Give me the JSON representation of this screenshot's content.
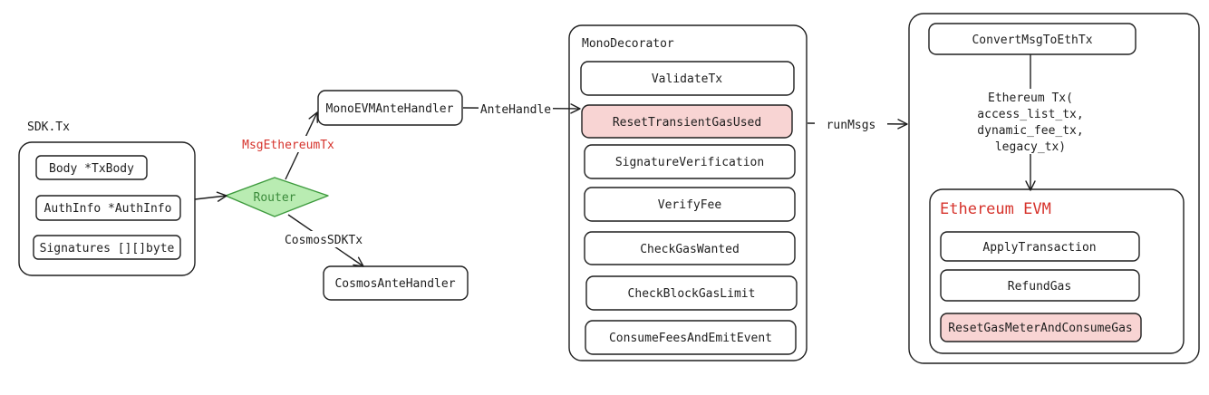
{
  "sdk_tx": {
    "label": "SDK.Tx",
    "fields": [
      "Body *TxBody",
      "AuthInfo *AuthInfo",
      "Signatures [][]byte"
    ]
  },
  "router": {
    "label": "Router",
    "fill": "#b9ecb2",
    "stroke": "#3d9a3d",
    "text_color": "#3a8a3a"
  },
  "edges": {
    "msg_ethereum_tx": "MsgEthereumTx",
    "msg_ethereum_tx_color": "#d6332c",
    "cosmos_sdk_tx": "CosmosSDKTx",
    "ante_handle": "AnteHandle",
    "run_msgs": "runMsgs"
  },
  "handlers": {
    "mono_evm": "MonoEVMAnteHandler",
    "cosmos": "CosmosAnteHandler"
  },
  "mono_decorator": {
    "title": "MonoDecorator",
    "steps": [
      {
        "label": "ValidateTx",
        "highlight": false
      },
      {
        "label": "ResetTransientGasUsed",
        "highlight": true
      },
      {
        "label": "SignatureVerification",
        "highlight": false
      },
      {
        "label": "VerifyFee",
        "highlight": false
      },
      {
        "label": "CheckGasWanted",
        "highlight": false
      },
      {
        "label": "CheckBlockGasLimit",
        "highlight": false
      },
      {
        "label": "ConsumeFeesAndEmitEvent",
        "highlight": false
      }
    ]
  },
  "execution": {
    "convert": "ConvertMsgToEthTx",
    "eth_tx_lines": [
      "Ethereum Tx(",
      "access_list_tx,",
      "dynamic_fee_tx,",
      "legacy_tx)"
    ],
    "evm": {
      "title": "Ethereum EVM",
      "title_color": "#d6332c",
      "steps": [
        {
          "label": "ApplyTransaction",
          "highlight": false
        },
        {
          "label": "RefundGas",
          "highlight": false
        },
        {
          "label": "ResetGasMeterAndConsumeGas",
          "highlight": true
        }
      ]
    }
  },
  "colors": {
    "stroke": "#1e1e1e",
    "highlight_fill": "#f8d4d3"
  }
}
